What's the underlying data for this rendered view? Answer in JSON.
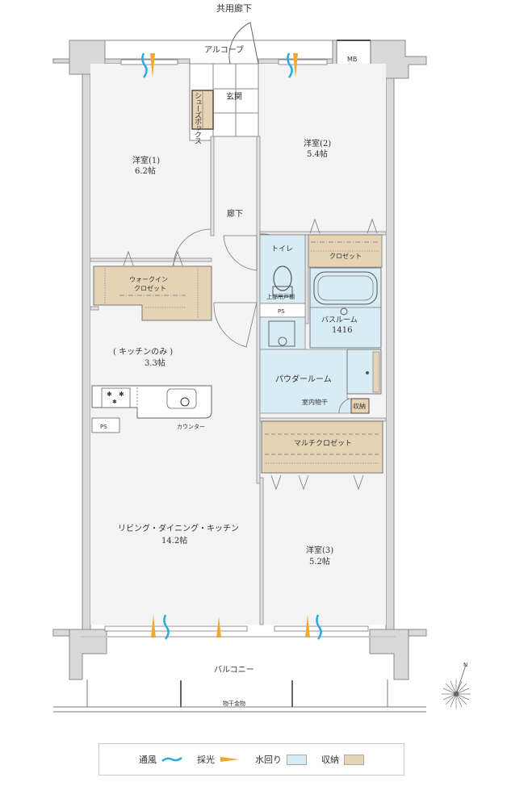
{
  "labels": {
    "common_corridor": "共用廊下",
    "alcove": "アルコーブ",
    "mb": "MB",
    "entrance": "玄関",
    "shoe_box": "シューズボックス",
    "room1": {
      "name": "洋室(1)",
      "size": "6.2帖"
    },
    "room2": {
      "name": "洋室(2)",
      "size": "5.4帖"
    },
    "room3": {
      "name": "洋室(3)",
      "size": "5.2帖"
    },
    "hallway": "廊下",
    "toilet": "トイレ",
    "upper_cabinet": "上部吊戸棚",
    "ps_toilet": "PS",
    "closet": "クロゼット",
    "bathroom": {
      "name": "バスルーム",
      "size": "1416"
    },
    "walk_in_closet": {
      "line1": "ウォークイン",
      "line2": "クロゼット"
    },
    "kitchen_only": {
      "name": "キッチンのみ",
      "size": "3.3帖"
    },
    "ps_kitchen": "PS",
    "counter": "カウンター",
    "powder_room": "パウダールーム",
    "indoor_drying": "室内物干",
    "storage": "収納",
    "multi_closet": "マルチクロゼット",
    "ldk": {
      "name": "リビング・ダイニング・キッチン",
      "size": "14.2帖"
    },
    "balcony": "バルコニー",
    "drying_hardware": "物干金物",
    "compass_north": "N"
  },
  "legend": {
    "items": [
      {
        "label": "通風",
        "type": "wave",
        "color": "#2aa8e0"
      },
      {
        "label": "採光",
        "type": "wedge",
        "color": "#f0a830"
      },
      {
        "label": "水回り",
        "type": "swatch",
        "color": "#d8ecf4"
      },
      {
        "label": "収納",
        "type": "swatch",
        "color": "#e6d3b6"
      }
    ]
  },
  "colors": {
    "wall": "#d9d9d9",
    "wall_stroke": "#8a8a8a",
    "floor": "#f3f3f3",
    "wet_area": "#d8ecf4",
    "storage": "#e6d3b6",
    "ventilation": "#2aa8e0",
    "daylight": "#f0a830"
  }
}
